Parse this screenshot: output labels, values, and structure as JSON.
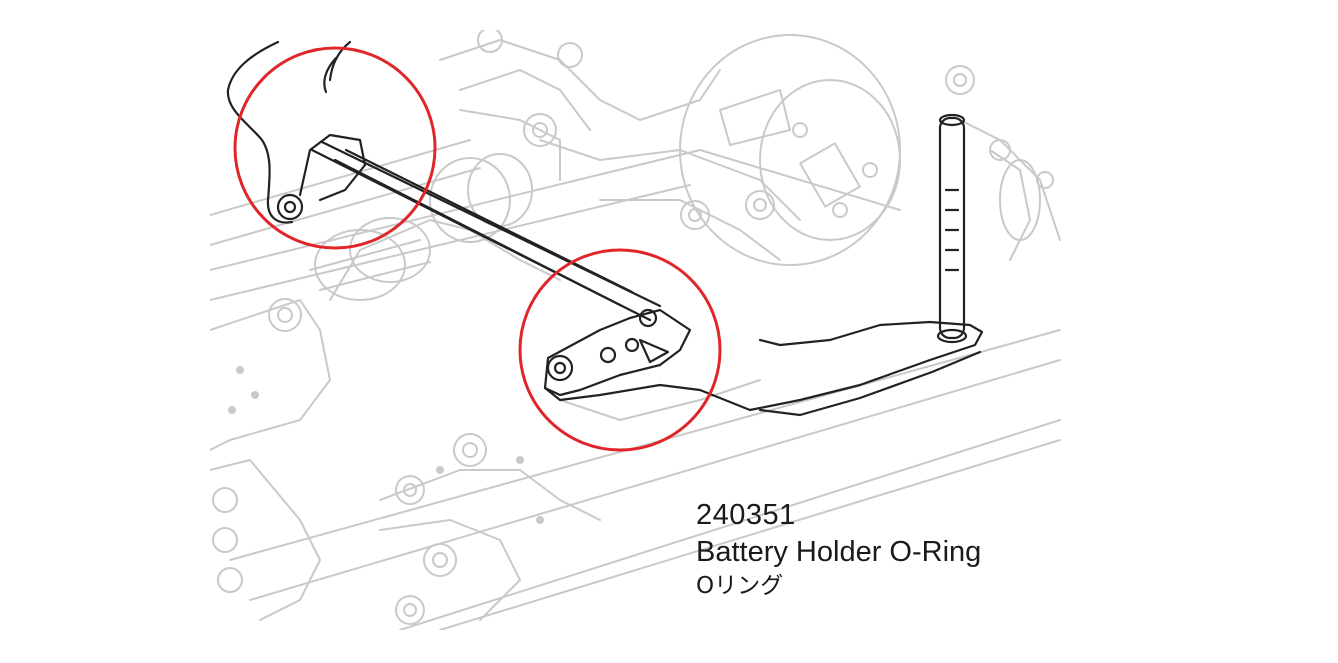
{
  "diagram": {
    "highlight_color": "#e0262a",
    "line_color_light": "#c7c7c7",
    "line_color_dark": "#222222",
    "highlights": [
      "upper-left-mount-circle",
      "lower-mount-circle"
    ]
  },
  "label": {
    "part_number": "240351",
    "part_name": "Battery Holder O-Ring",
    "part_name_jp": "Oリング"
  }
}
